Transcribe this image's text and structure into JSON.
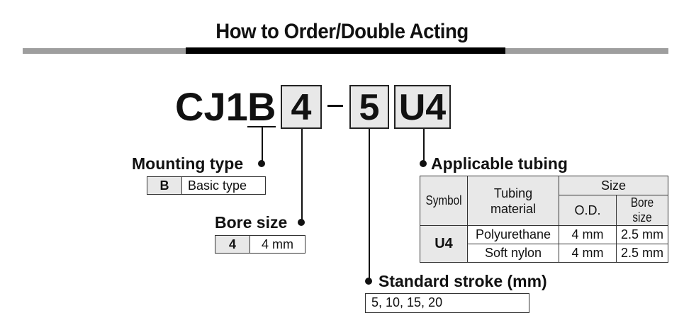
{
  "header": {
    "title": "How to Order/Double Acting"
  },
  "model_code": {
    "prefix": "CJ1",
    "mounting_code": "B",
    "bore_code": "4",
    "separator": "–",
    "stroke_code": "5",
    "tubing_code": "U4"
  },
  "mounting_type": {
    "label": "Mounting type",
    "rows": [
      {
        "symbol": "B",
        "description": "Basic type"
      }
    ]
  },
  "bore_size": {
    "label": "Bore size",
    "rows": [
      {
        "symbol": "4",
        "description": "4 mm"
      }
    ]
  },
  "standard_stroke": {
    "label": "Standard stroke (mm)",
    "value": "5, 10, 15, 20"
  },
  "applicable_tubing": {
    "label": "Applicable tubing",
    "headers": {
      "symbol": "Symbol",
      "material_line1": "Tubing",
      "material_line2": "material",
      "size": "Size",
      "od": "O.D.",
      "bore": "Bore size"
    },
    "symbol": "U4",
    "rows": [
      {
        "material": "Polyurethane",
        "od": "4 mm",
        "bore": "2.5 mm"
      },
      {
        "material": "Soft nylon",
        "od": "4 mm",
        "bore": "2.5 mm"
      }
    ]
  }
}
